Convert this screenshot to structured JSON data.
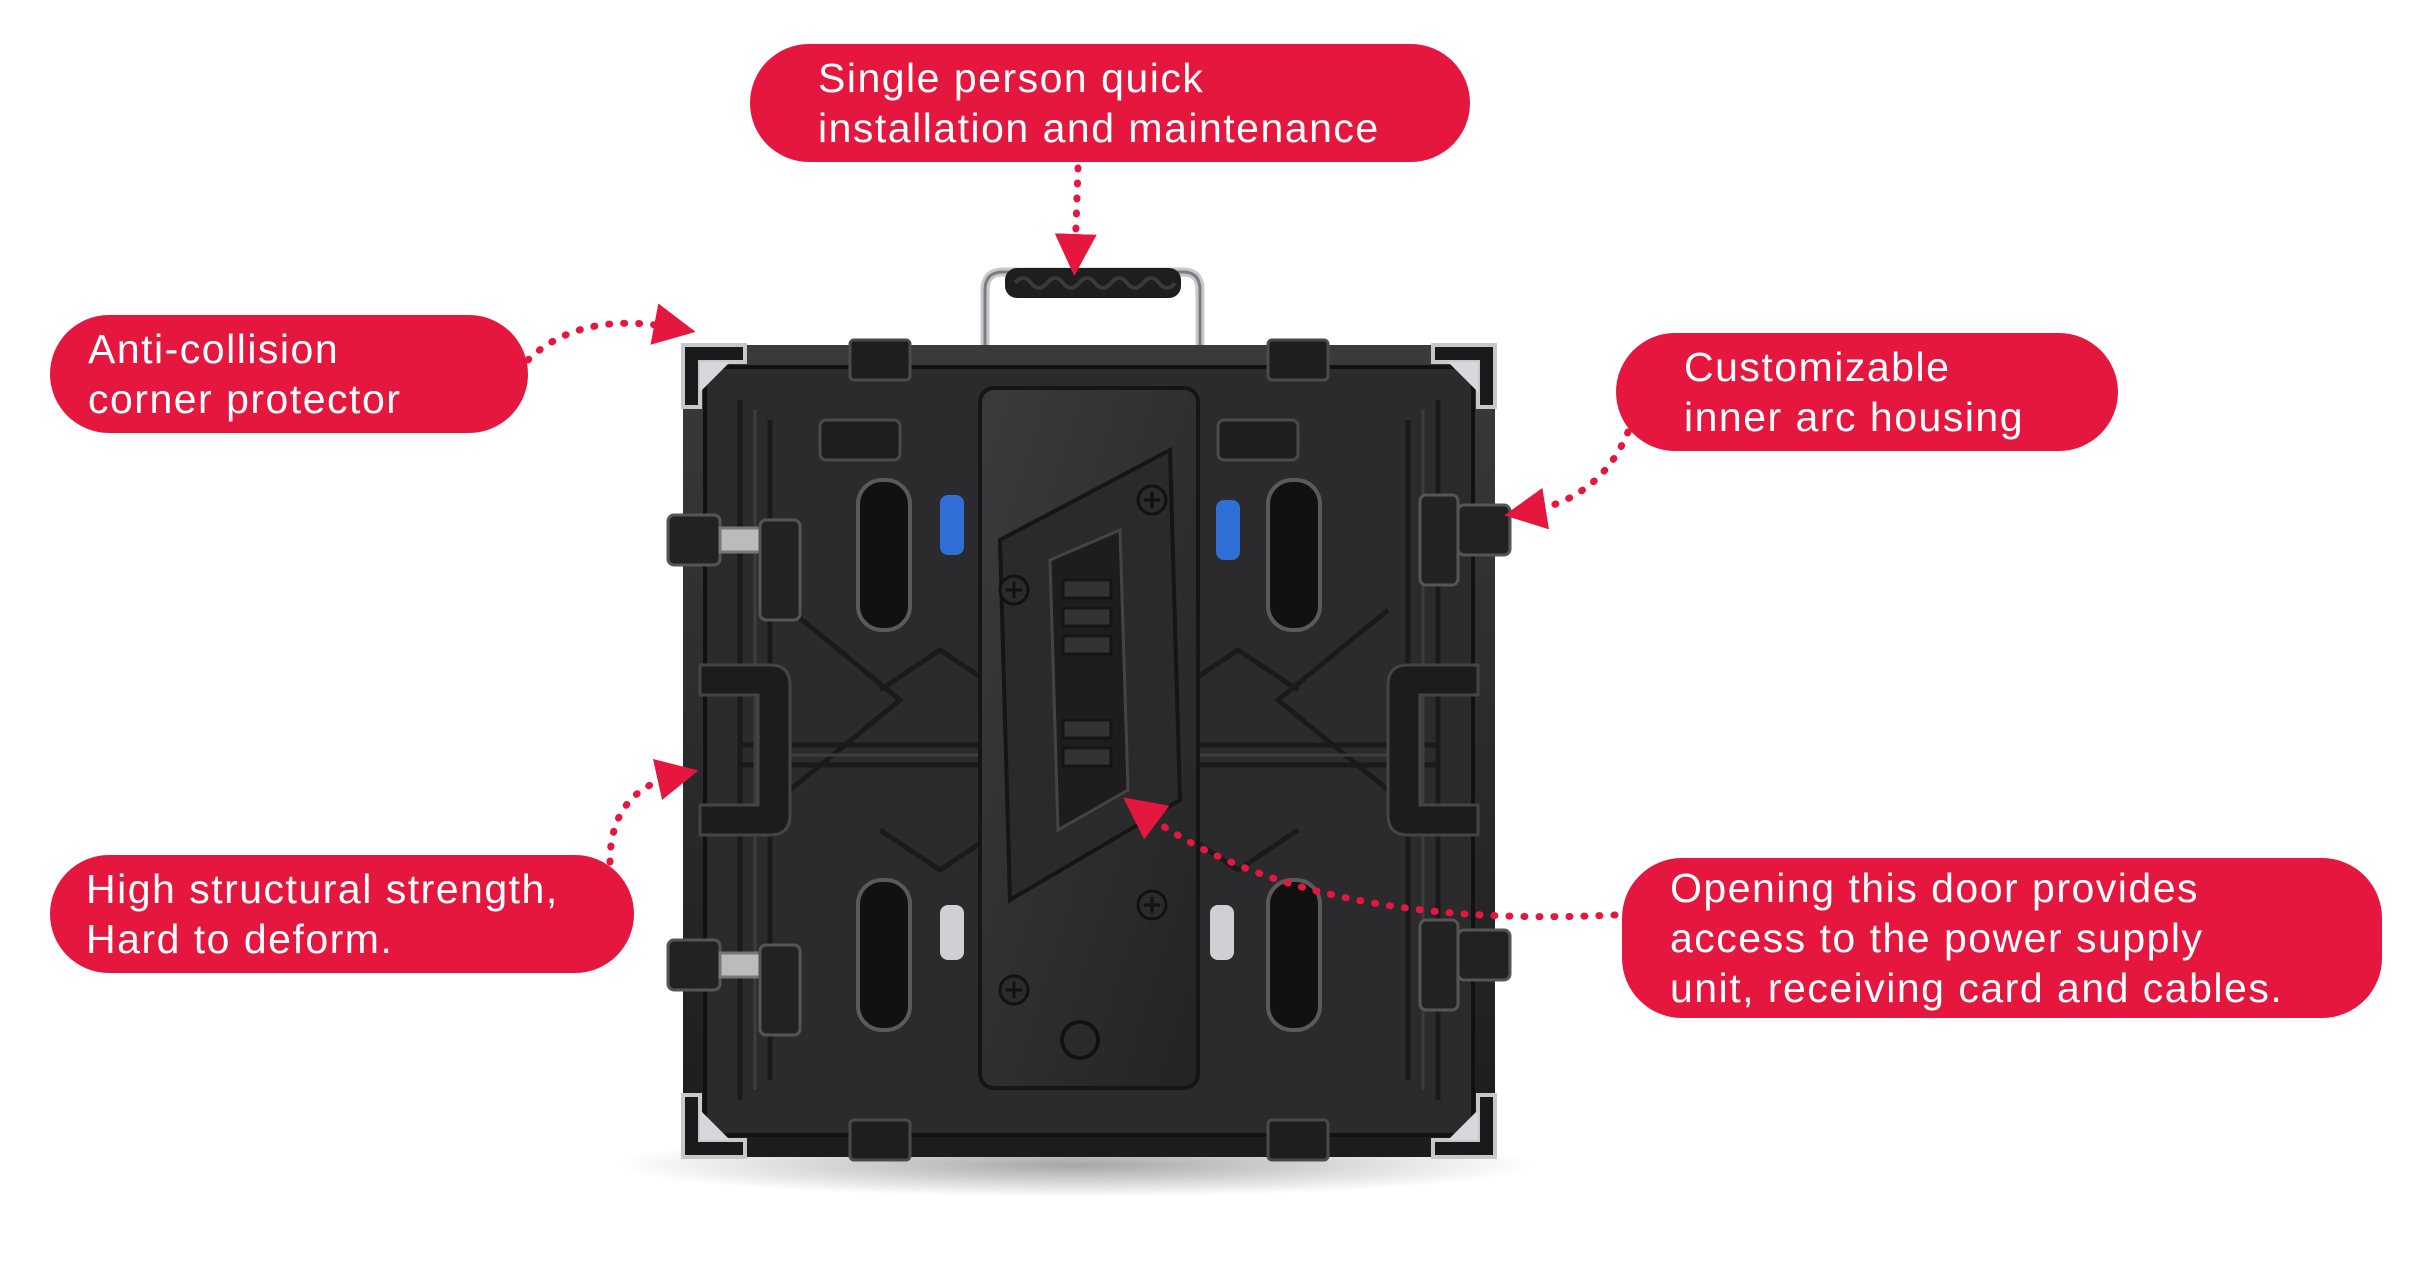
{
  "callouts": {
    "top": {
      "line1": "Single person quick",
      "line2": "installation and maintenance"
    },
    "corner": {
      "line1": "Anti-collision",
      "line2": "corner protector"
    },
    "arc": {
      "line1": "Customizable",
      "line2": "inner arc housing"
    },
    "strength": {
      "line1": "High structural strength,",
      "line2": "Hard to deform."
    },
    "door": {
      "line1": "Opening this door provides",
      "line2": "access to the power supply",
      "line3": "unit, receiving card and cables."
    }
  },
  "colors": {
    "accent": "#e5173f",
    "cabinet": "#2a2a2c",
    "cabinet_dark": "#161617",
    "connector": "#2f6fd6"
  }
}
